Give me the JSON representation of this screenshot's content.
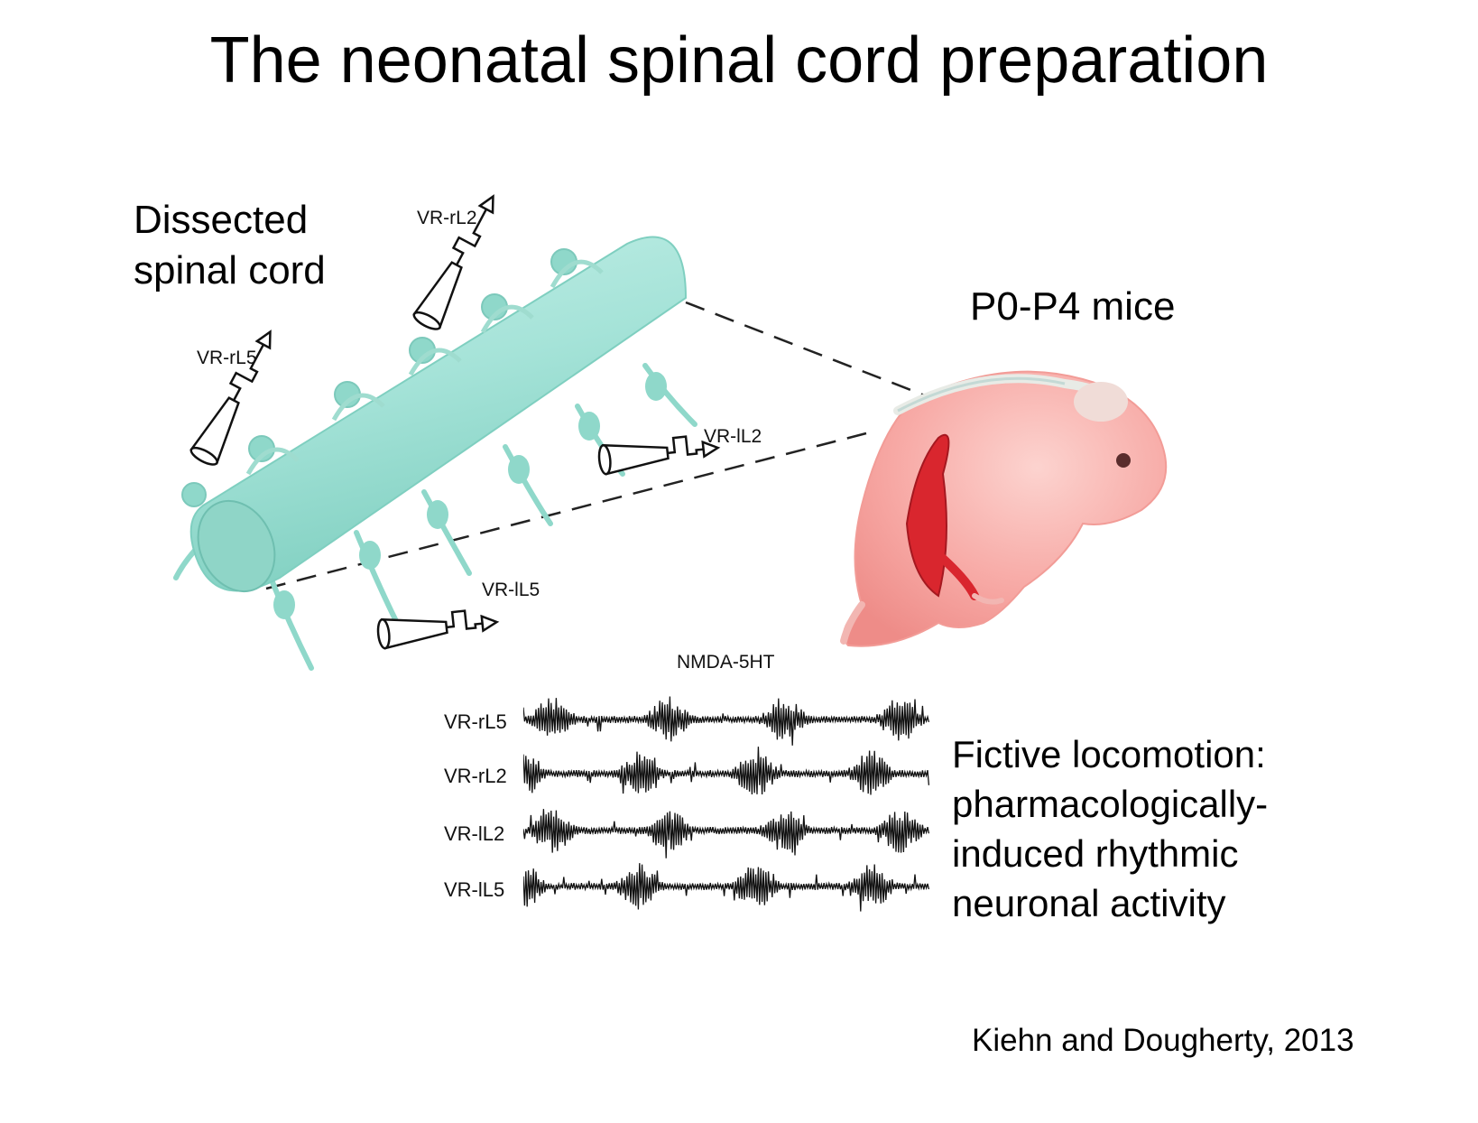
{
  "title": "The neonatal spinal cord preparation",
  "labels": {
    "dissected_line1": "Dissected",
    "dissected_line2": "spinal cord",
    "mice": "P0-P4 mice",
    "fictive_line1": "Fictive locomotion:",
    "fictive_line2": "pharmacologically-",
    "fictive_line3": "induced rhythmic",
    "fictive_line4": "neuronal activity",
    "condition": "NMDA-5HT",
    "citation": "Kiehn and Dougherty, 2013"
  },
  "electrodes": {
    "vr_rl2": "VR-rL2",
    "vr_rl5": "VR-rL5",
    "vr_il2": "VR-lL2",
    "vr_il5": "VR-lL5"
  },
  "traces": [
    {
      "label": "VR-rL5",
      "phase": 0.0
    },
    {
      "label": "VR-rL2",
      "phase": 0.5
    },
    {
      "label": "VR-lL2",
      "phase": 0.0
    },
    {
      "label": "VR-lL5",
      "phase": 0.5
    }
  ],
  "bursts_per_trace": 7,
  "colors": {
    "spinal_cord": "#a5e3d8",
    "spinal_cord_dark": "#6fc7b8",
    "mouse_body": "#f7a8a4",
    "muscle": "#d9262e",
    "trace": "#111111"
  },
  "icons": [
    "suction-electrode-icon",
    "mouse-illustration",
    "spinal-cord-illustration"
  ]
}
